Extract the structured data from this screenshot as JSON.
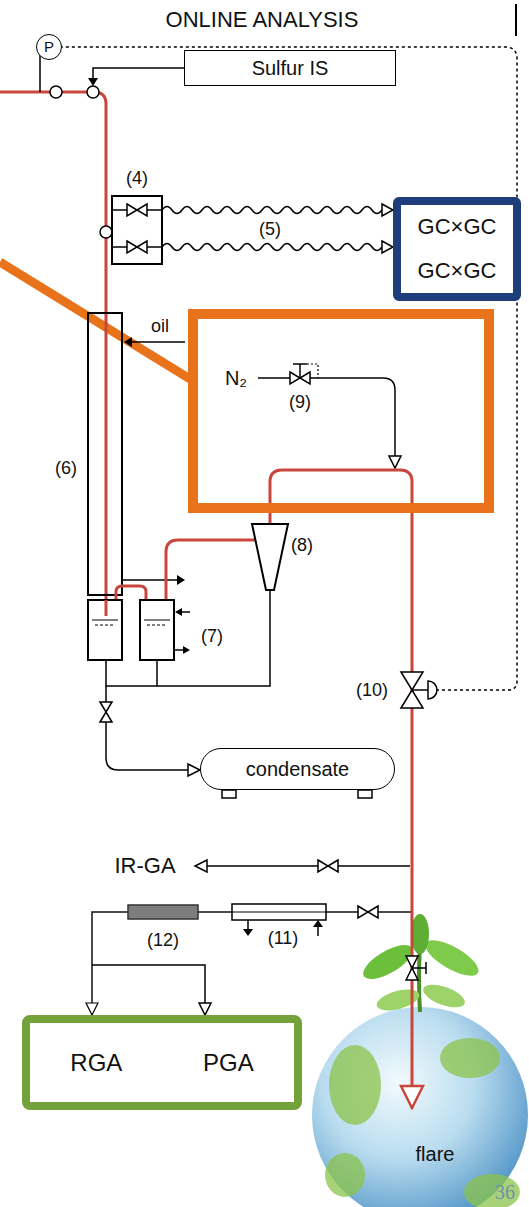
{
  "diagram": {
    "title": "ONLINE ANALYSIS",
    "nodes": [
      {
        "text": [
          "P"
        ]
      },
      {
        "text": [
          "Sulfur IS"
        ]
      },
      {
        "text": [
          "GC×GC",
          "GC×GC"
        ]
      },
      {
        "text": [
          "N₂",
          "(9)"
        ]
      },
      {
        "text": [
          "condensate"
        ]
      },
      {
        "text": [
          "RGA",
          "PGA"
        ]
      },
      {
        "text": [
          "flare"
        ]
      }
    ],
    "edges": [
      {
        "from": 3,
        "to": 5,
        "arrow": "to"
      },
      {
        "from": 3,
        "to": 6,
        "arrow": "to"
      }
    ],
    "labels": [
      "(4)",
      "(5)",
      "oil",
      "(6)",
      "(7)",
      "(8)",
      "(10)",
      "IR-GA",
      "(12)",
      "(11)",
      "36"
    ]
  }
}
